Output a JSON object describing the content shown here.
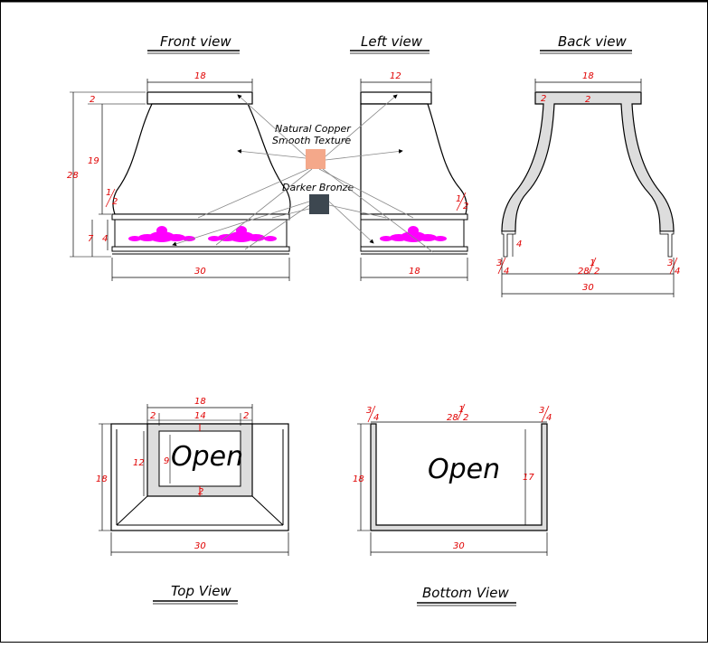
{
  "views": {
    "front": "Front view",
    "left": "Left view",
    "back": "Back view",
    "top": "Top View",
    "bottom": "Bottom View"
  },
  "materials": {
    "copper_line1": "Natural Copper",
    "copper_line2": "Smooth Texture",
    "bronze": "Darker Bronze",
    "copper_color": "#f4a88a",
    "bronze_color": "#3d4750"
  },
  "ornament_color": "#ff00ff",
  "dimensions": {
    "front": {
      "top_width": "18",
      "total_height": "28",
      "top_band": "2",
      "body_height": "19",
      "half_num": "1",
      "half_den": "2",
      "band_outer": "7",
      "band_inner": "4",
      "bottom_width": "30"
    },
    "left": {
      "top_width": "12",
      "half_num": "1",
      "half_den": "2",
      "bottom_width": "18"
    },
    "back": {
      "top_width": "18",
      "wall_left": "2",
      "wall_mid": "2",
      "leg_height": "4",
      "side_num": "3",
      "side_den": "4",
      "center_int": "28",
      "center_num": "1",
      "center_den": "2",
      "side_num_r": "3",
      "side_den_r": "4",
      "bottom_width": "30"
    },
    "top": {
      "outer_top": "18",
      "left_gap": "2",
      "inner_top": "14",
      "right_gap": "2",
      "height_outer": "18",
      "inner_height": "12",
      "open_height": "9",
      "bottom_gap": "2",
      "bottom_width": "30",
      "open": "Open"
    },
    "bottom": {
      "side_num": "3",
      "side_den": "4",
      "center_int": "28",
      "center_num": "1",
      "center_den": "2",
      "side_num_r": "3",
      "side_den_r": "4",
      "height": "18",
      "inner_height": "17",
      "bottom_width": "30",
      "open": "Open"
    }
  }
}
